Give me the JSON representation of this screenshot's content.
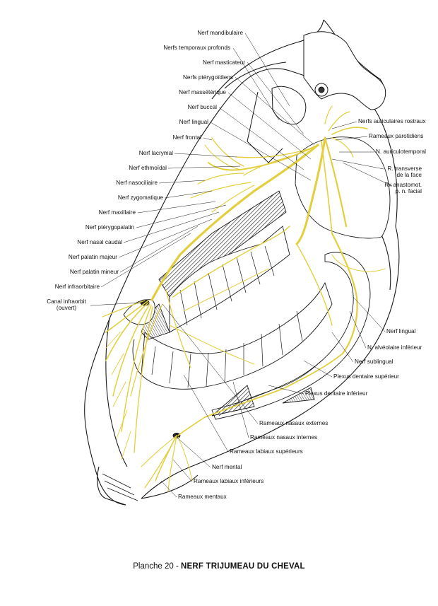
{
  "labels": {
    "mandibulaire": "Nerf mandibulaire",
    "temporaux": "Nerfs temporaux profonds",
    "masticateur": "Nerf masticateur",
    "pterygoidiens": "Nerfs ptérygoïdiens",
    "masseterique": "Nerf massétérique",
    "buccal": "Nerf buccal",
    "lingual_top": "Nerf lingual",
    "frontal": "Nerf frontal",
    "lacrymal": "Nerf lacrymal",
    "ethmoidal": "Nerf ethmoïdal",
    "nasociliaire": "Nerf nasociliaire",
    "zygomatique": "Nerf zygomatique",
    "maxillaire": "Nerf maxillaire",
    "pterygopalatin": "Nerf ptérygopalatin",
    "nasal_caudal": "Nerf nasal caudal",
    "palatin_majeur": "Nerf palatin majeur",
    "palatin_mineur": "Nerf palatin mineur",
    "infraorbitaire": "Nerf  infraorbitaire",
    "canal_1": "Canal infraorbit",
    "canal_2": "(ouvert)",
    "auriculaires": "Nerfs auriculaires rostraux",
    "parotidiens": "Rameaux parotidiens",
    "auriculotemporal": "N. auriculotemporal",
    "transverse_1": "R. transverse",
    "transverse_2": "de la face",
    "anastomot_1": "Rx anastomot.",
    "anastomot_2": "p. n. facial",
    "lingual_bottom": "Nerf lingual",
    "alveolaire": "N. alvéolaire inférieur",
    "sublingual": "Nerf sublingual",
    "plexus_sup": "Plexus dentaire supérieur",
    "plexus_inf": "Plexus dentaire inférieur",
    "nasaux_ext": "Rameaux nasaux externes",
    "nasaux_int": "Rameaux nasaux internes",
    "labiaux_sup": "Rameaux labiaux supérieurs",
    "mental": "Nerf mental",
    "labiaux_inf": "Rameaux labiaux inférieurs",
    "mentaux": "Rameaux mentaux"
  },
  "caption": {
    "prefix": "Planche 20 - ",
    "title": "NERF TRIJUMEAU DU CHEVAL"
  },
  "colors": {
    "nerve": "#e3cf3c",
    "line": "#1a1a1a",
    "bone": "#ffffff",
    "shade": "#555555"
  }
}
